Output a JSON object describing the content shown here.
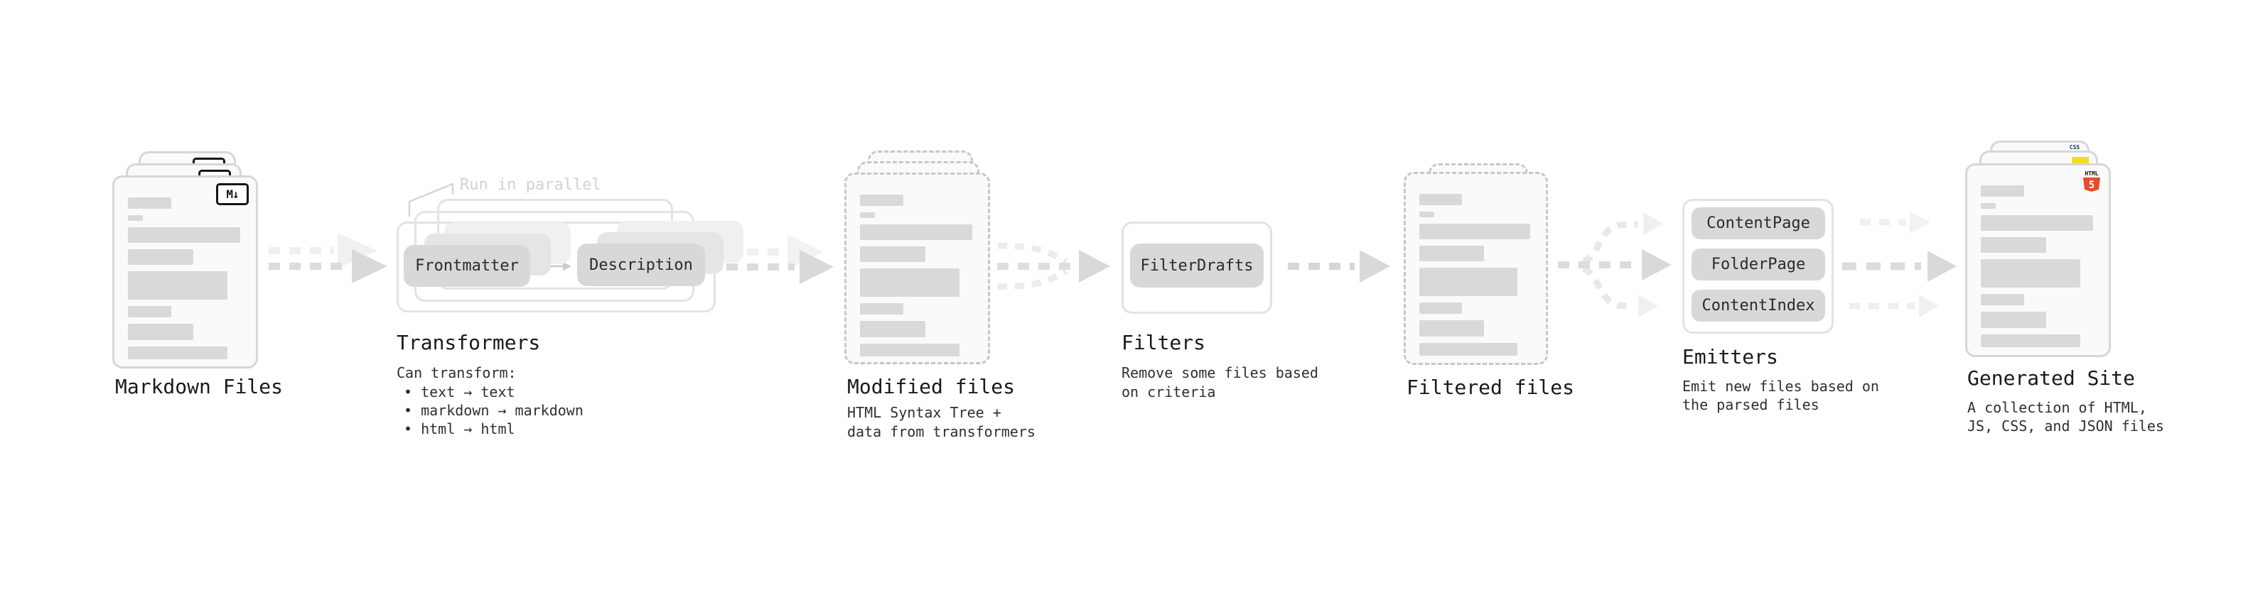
{
  "diagram": {
    "stages": {
      "markdown_files": {
        "title": "Markdown Files"
      },
      "transformers": {
        "title": "Transformers",
        "annotation": "Run in parallel",
        "pill_left": "Frontmatter",
        "pill_right": "Description",
        "desc_heading": "Can transform:",
        "bullets": [
          "• text → text",
          "• markdown → markdown",
          "• html → html"
        ]
      },
      "modified_files": {
        "title": "Modified files",
        "desc_line1": "HTML Syntax Tree +",
        "desc_line2": "data from transformers"
      },
      "filters": {
        "title": "Filters",
        "pill": "FilterDrafts",
        "desc_line1": "Remove some files based",
        "desc_line2": "on criteria"
      },
      "filtered_files": {
        "title": "Filtered files"
      },
      "emitters": {
        "title": "Emitters",
        "pills": [
          "ContentPage",
          "FolderPage",
          "ContentIndex"
        ],
        "desc_line1": "Emit new files based on",
        "desc_line2": "the parsed files"
      },
      "generated_site": {
        "title": "Generated Site",
        "desc_line1": "A collection of HTML,",
        "desc_line2": "JS, CSS, and JSON files"
      }
    },
    "icons": {
      "markdown_badge": "M↓",
      "html5_wordmark": "HTML",
      "html5_numeral": "5",
      "css_wordmark": "CSS"
    },
    "colors": {
      "arrow_main": "#d9d9d9",
      "arrow_ghost": "#f0f0f0",
      "arrow_line": "#dcdcdc",
      "bar_fill": "#d9d9d9",
      "pill_fill": "#d8d8d8",
      "html5_orange": "#e44d26",
      "js_yellow": "#f5de19",
      "css_blue": "#2d6ae3",
      "annotation": "#d2d2d2"
    }
  }
}
